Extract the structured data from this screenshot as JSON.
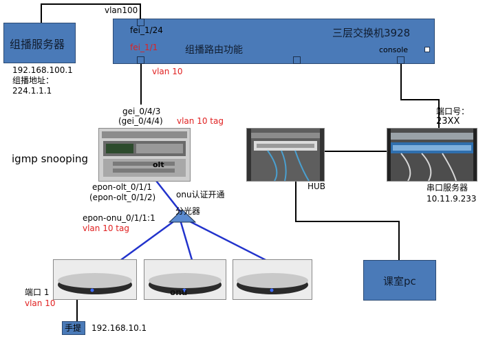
{
  "switch": {
    "title": "三层交换机3928",
    "function": "组播路由功能",
    "port_uplink": "fei_1/24",
    "port_down": "fei_1/1",
    "console": "console"
  },
  "server": {
    "label": "组播服务器",
    "ip": "192.168.100.1",
    "group_label": "组播地址：",
    "group_ip": "224.1.1.1"
  },
  "vlan100": "vlan100",
  "vlan10_switch": "vlan  10",
  "olt": {
    "port_top1": "gei_0/4/3",
    "port_top2": "(gei_0/4/4)",
    "vlan_tag": "vlan 10   tag",
    "igmp": "igmp snooping",
    "label": "olt",
    "epon_port1": "epon-olt_0/1/1",
    "epon_port2": "(epon-olt_0/1/2)",
    "onu_auth": "onu认证开通"
  },
  "splitter": {
    "label": "分光器",
    "onu_port": "epon-onu_0/1/1:1",
    "vlan_tag": "vlan 10 tag"
  },
  "onu": {
    "label": "onu"
  },
  "client": {
    "port": "端口 1",
    "vlan": "vlan 10",
    "label": "手提",
    "ip": "192.168.10.1"
  },
  "hub": {
    "label": "HUB"
  },
  "serial": {
    "port_label": "端口号：",
    "port_no": "23XX",
    "label": "串口服务器",
    "ip": "10.11.9.233"
  },
  "classroom": {
    "label": "课室pc"
  }
}
